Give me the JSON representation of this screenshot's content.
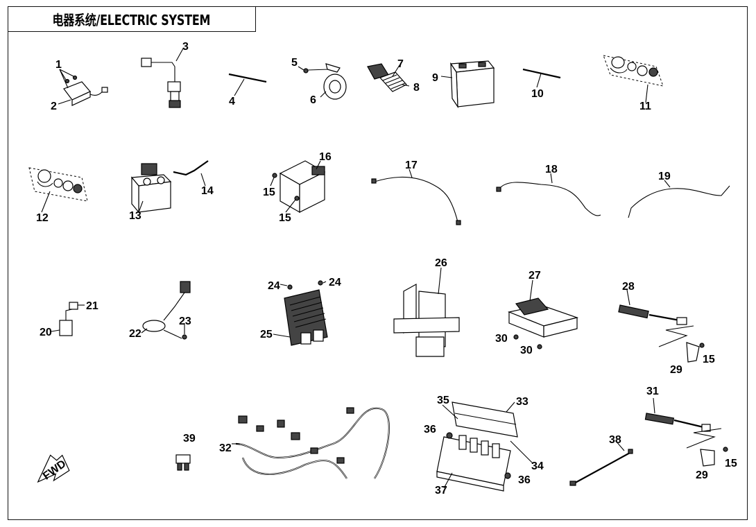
{
  "title": "电器系统/ELECTRIC SYSTEM",
  "fwd_label": "FWD",
  "callouts": [
    "1",
    "2",
    "3",
    "4",
    "5",
    "6",
    "7",
    "8",
    "9",
    "10",
    "11",
    "12",
    "13",
    "14",
    "15",
    "16",
    "17",
    "18",
    "19",
    "20",
    "21",
    "22",
    "23",
    "24",
    "25",
    "26",
    "27",
    "28",
    "29",
    "30",
    "31",
    "32",
    "33",
    "34",
    "35",
    "36",
    "37",
    "38",
    "39"
  ]
}
